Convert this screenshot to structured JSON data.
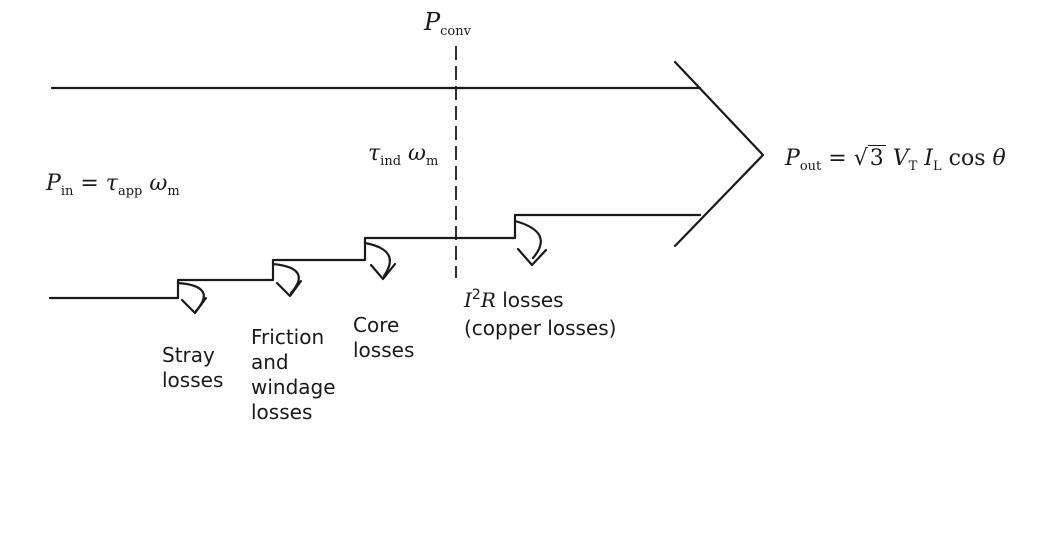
{
  "labels": {
    "p_conv": {
      "sym": "P",
      "sub": "conv"
    },
    "p_in": {
      "sym": "P",
      "sub": "in",
      "eq": "=",
      "tau": "τ",
      "tau_sub": "app",
      "omega": "ω",
      "omega_sub": "m"
    },
    "torque_ind": {
      "tau": "τ",
      "tau_sub": "ind",
      "omega": "ω",
      "omega_sub": "m"
    },
    "p_out": {
      "sym": "P",
      "sub": "out",
      "eq": "=",
      "root": "√",
      "root_arg": "3",
      "v": "V",
      "v_sub": "T",
      "i": "I",
      "i_sub": "L",
      "cos": "cos",
      "theta": "θ"
    }
  },
  "losses": {
    "stray": [
      "Stray",
      "losses"
    ],
    "friction": [
      "Friction",
      "and",
      "windage",
      "losses"
    ],
    "core": [
      "Core",
      "losses"
    ],
    "copper": {
      "sym": "I",
      "sup": "2",
      "r": "R",
      "line1_rest": " losses",
      "line2": "(copper losses)"
    }
  }
}
